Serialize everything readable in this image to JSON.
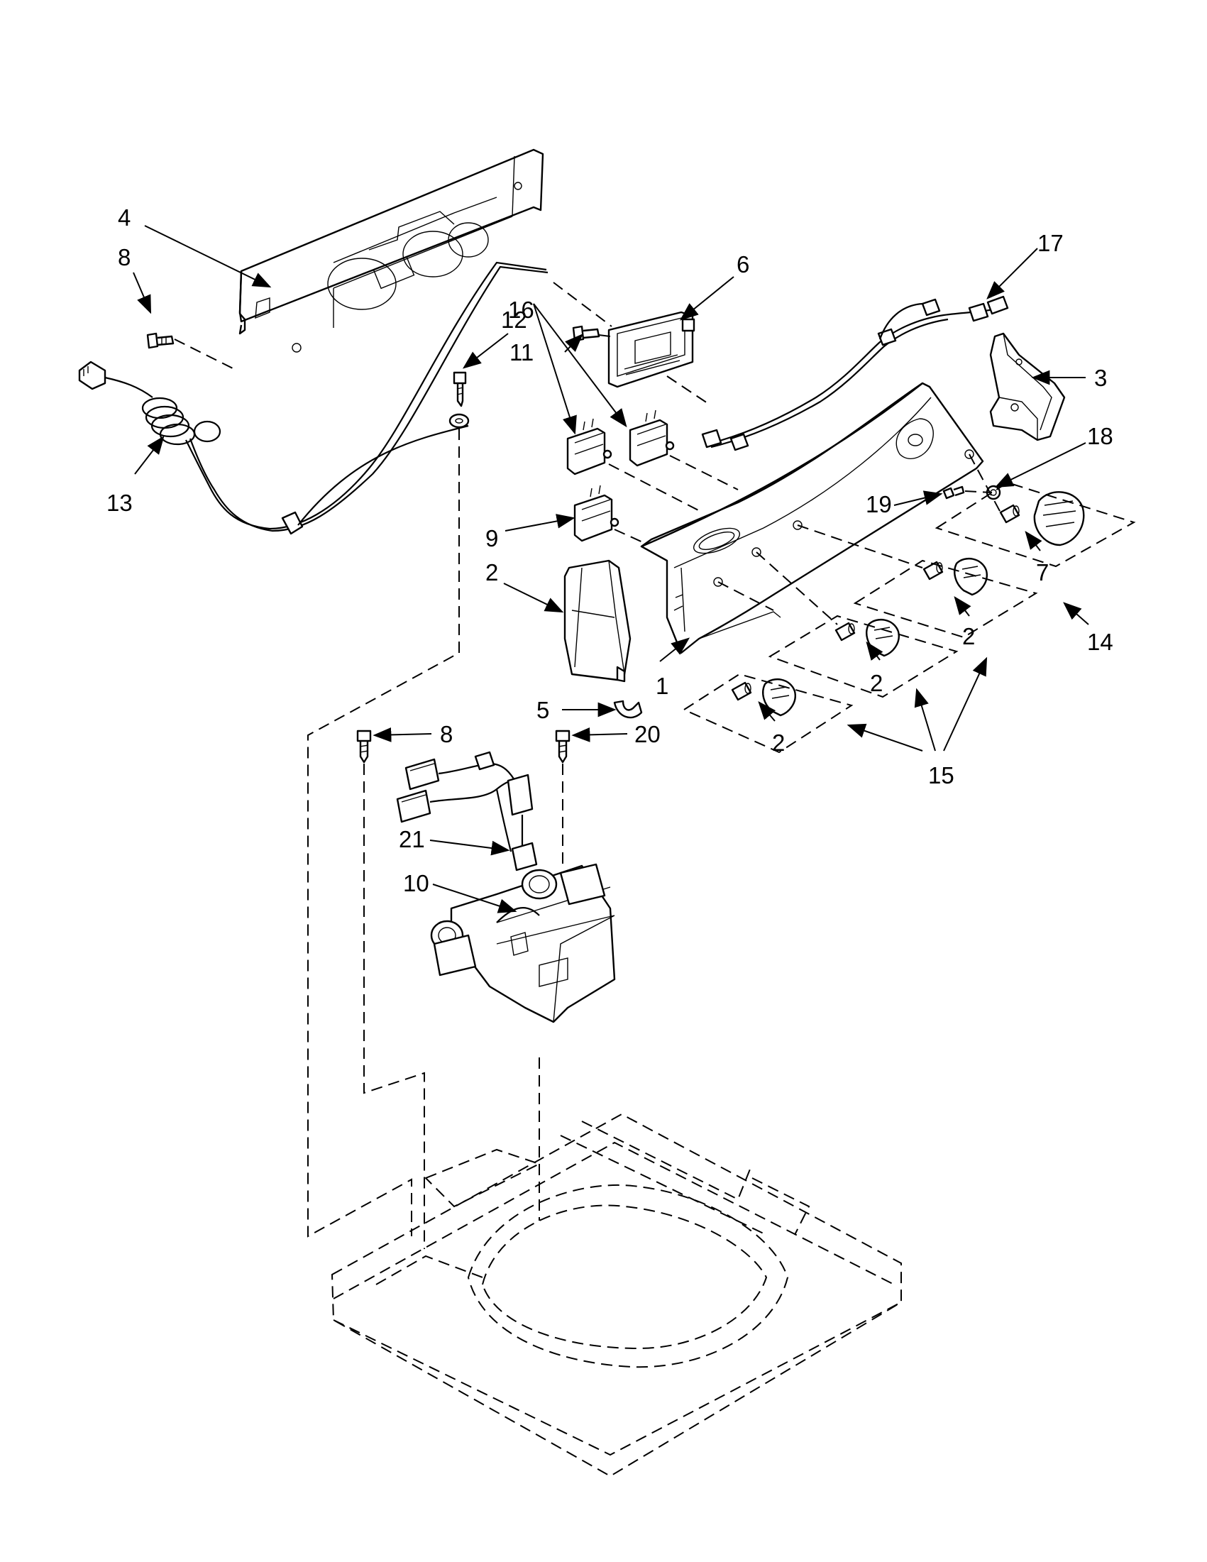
{
  "callouts": [
    {
      "id": "c1",
      "text": "1"
    },
    {
      "id": "c2a",
      "text": "2"
    },
    {
      "id": "c2b",
      "text": "2"
    },
    {
      "id": "c2c",
      "text": "2"
    },
    {
      "id": "c2d",
      "text": "2"
    },
    {
      "id": "c3",
      "text": "3"
    },
    {
      "id": "c4",
      "text": "4"
    },
    {
      "id": "c5",
      "text": "5"
    },
    {
      "id": "c6",
      "text": "6"
    },
    {
      "id": "c7",
      "text": "7"
    },
    {
      "id": "c8a",
      "text": "8"
    },
    {
      "id": "c8b",
      "text": "8"
    },
    {
      "id": "c9",
      "text": "9"
    },
    {
      "id": "c10",
      "text": "10"
    },
    {
      "id": "c11",
      "text": "11"
    },
    {
      "id": "c12",
      "text": "12"
    },
    {
      "id": "c13",
      "text": "13"
    },
    {
      "id": "c14",
      "text": "14"
    },
    {
      "id": "c15",
      "text": "15"
    },
    {
      "id": "c16",
      "text": "16"
    },
    {
      "id": "c17",
      "text": "17"
    },
    {
      "id": "c18",
      "text": "18"
    },
    {
      "id": "c19",
      "text": "19"
    },
    {
      "id": "c20",
      "text": "20"
    },
    {
      "id": "c21",
      "text": "21"
    }
  ]
}
